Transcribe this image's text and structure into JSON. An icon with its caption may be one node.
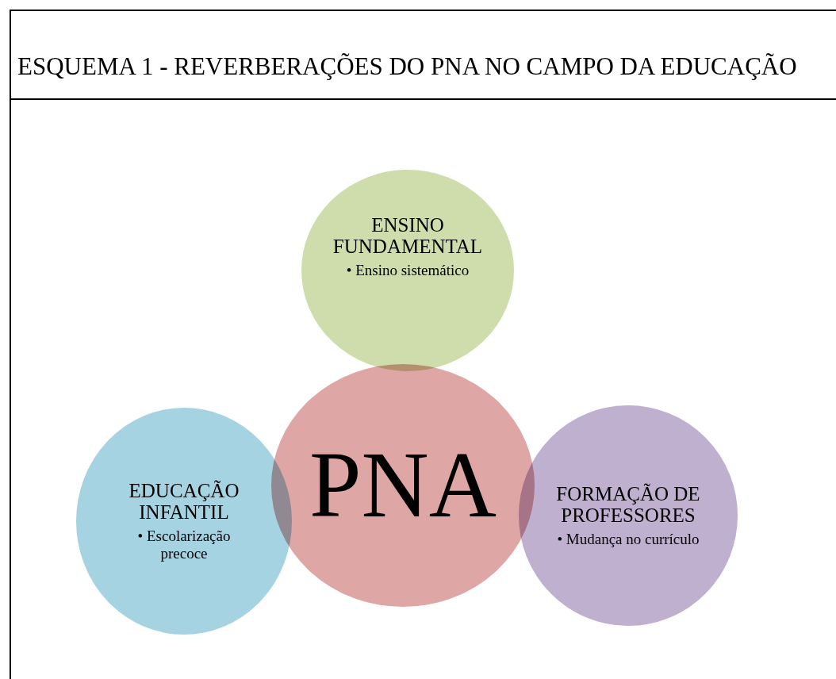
{
  "diagram": {
    "title": "ESQUEMA 1 - REVERBERAÇÕES DO PNA NO CAMPO DA EDUCAÇÃO",
    "nodes": [
      {
        "text": [
          "ENSINO FUNDAMENTAL",
          "• Ensino sistemático"
        ]
      },
      {
        "text": [
          "PNA"
        ]
      },
      {
        "text": [
          "EDUCAÇÃO INFANTIL",
          "• Escolarização precoce"
        ]
      },
      {
        "text": [
          "FORMAÇÃO DE PROFESSORES",
          "• Mudança no currículo"
        ]
      }
    ],
    "edges": []
  }
}
